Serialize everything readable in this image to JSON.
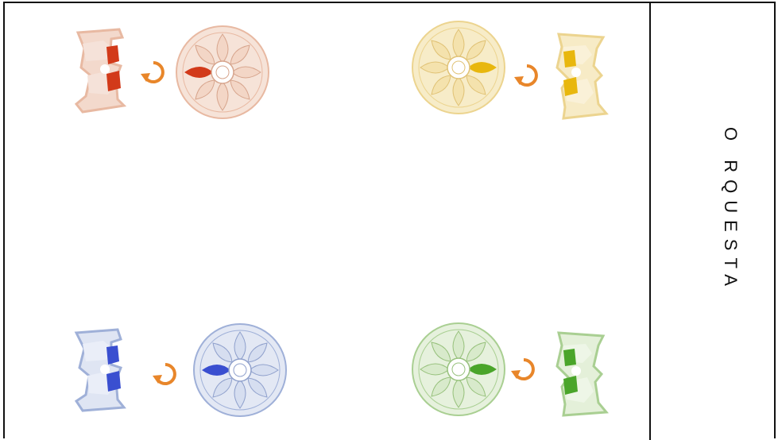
{
  "title": "O RQUESTA",
  "players": [
    {
      "id": "red",
      "color": "#d23a1a",
      "tint": "#e8b9a2"
    },
    {
      "id": "yellow",
      "color": "#e8b70e",
      "tint": "#ecd48f"
    },
    {
      "id": "blue",
      "color": "#3a4fd0",
      "tint": "#9fb0d8"
    },
    {
      "id": "green",
      "color": "#4aa52a",
      "tint": "#a9cf92"
    }
  ],
  "accent_color": "#e8862a",
  "icons": [
    "rotate-icon",
    "wheel-icon",
    "card-pile-icon"
  ]
}
